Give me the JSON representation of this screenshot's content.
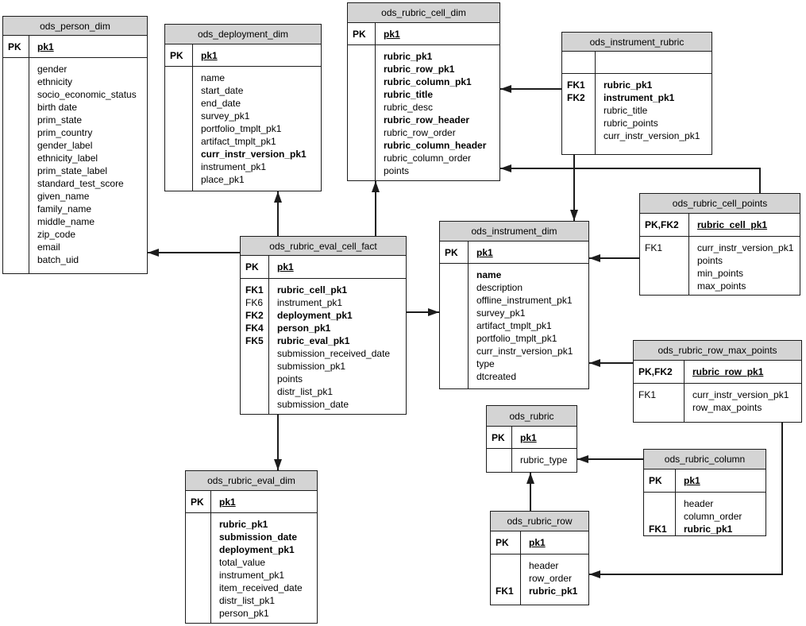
{
  "colors": {
    "header_fill": "#d4d4d4",
    "line": "#1c1c1c",
    "background": "#ffffff"
  },
  "diagram": {
    "tables": [
      {
        "id": "ods_person_dim",
        "title": "ods_person_dim",
        "key": {
          "tag": "PK",
          "field": "pk1"
        },
        "rows": [
          {
            "tag": "",
            "field": "gender",
            "bold": false
          },
          {
            "tag": "",
            "field": "ethnicity",
            "bold": false
          },
          {
            "tag": "",
            "field": "socio_economic_status",
            "bold": false
          },
          {
            "tag": "",
            "field": "birth date",
            "bold": false
          },
          {
            "tag": "",
            "field": "prim_state",
            "bold": false
          },
          {
            "tag": "",
            "field": "prim_country",
            "bold": false
          },
          {
            "tag": "",
            "field": "gender_label",
            "bold": false
          },
          {
            "tag": "",
            "field": "ethnicity_label",
            "bold": false
          },
          {
            "tag": "",
            "field": "prim_state_label",
            "bold": false
          },
          {
            "tag": "",
            "field": "standard_test_score",
            "bold": false
          },
          {
            "tag": "",
            "field": "given_name",
            "bold": false
          },
          {
            "tag": "",
            "field": "family_name",
            "bold": false
          },
          {
            "tag": "",
            "field": "middle_name",
            "bold": false
          },
          {
            "tag": "",
            "field": "zip_code",
            "bold": false
          },
          {
            "tag": "",
            "field": "email",
            "bold": false
          },
          {
            "tag": "",
            "field": "batch_uid",
            "bold": false
          }
        ]
      },
      {
        "id": "ods_deployment_dim",
        "title": "ods_deployment_dim",
        "key": {
          "tag": "PK",
          "field": "pk1"
        },
        "rows": [
          {
            "tag": "",
            "field": "name",
            "bold": false
          },
          {
            "tag": "",
            "field": "start_date",
            "bold": false
          },
          {
            "tag": "",
            "field": "end_date",
            "bold": false
          },
          {
            "tag": "",
            "field": "survey_pk1",
            "bold": false
          },
          {
            "tag": "",
            "field": "portfolio_tmplt_pk1",
            "bold": false
          },
          {
            "tag": "",
            "field": "artifact_tmplt_pk1",
            "bold": false
          },
          {
            "tag": "",
            "field": "curr_instr_version_pk1",
            "bold": true
          },
          {
            "tag": "",
            "field": "instrument_pk1",
            "bold": false
          },
          {
            "tag": "",
            "field": "place_pk1",
            "bold": false
          }
        ]
      },
      {
        "id": "ods_rubric_cell_dim",
        "title": "ods_rubric_cell_dim",
        "key": {
          "tag": "PK",
          "field": "pk1"
        },
        "rows": [
          {
            "tag": "",
            "field": "rubric_pk1",
            "bold": true
          },
          {
            "tag": "",
            "field": "rubric_row_pk1",
            "bold": true
          },
          {
            "tag": "",
            "field": "rubric_column_pk1",
            "bold": true
          },
          {
            "tag": "",
            "field": "rubric_title",
            "bold": true
          },
          {
            "tag": "",
            "field": "rubric_desc",
            "bold": false
          },
          {
            "tag": "",
            "field": "rubric_row_header",
            "bold": true
          },
          {
            "tag": "",
            "field": "rubric_row_order",
            "bold": false
          },
          {
            "tag": "",
            "field": "rubric_column_header",
            "bold": true
          },
          {
            "tag": "",
            "field": "rubric_column_order",
            "bold": false
          },
          {
            "tag": "",
            "field": "points",
            "bold": false
          }
        ]
      },
      {
        "id": "ods_instrument_rubric",
        "title": "ods_instrument_rubric",
        "key": {
          "tag": "",
          "field": ""
        },
        "rows": [
          {
            "tag": "FK1",
            "field": "rubric_pk1",
            "bold": true
          },
          {
            "tag": "FK2",
            "field": "instrument_pk1",
            "bold": true
          },
          {
            "tag": "",
            "field": "rubric_title",
            "bold": false
          },
          {
            "tag": "",
            "field": "rubric_points",
            "bold": false
          },
          {
            "tag": "",
            "field": "curr_instr_version_pk1",
            "bold": false
          }
        ]
      },
      {
        "id": "ods_rubric_cell_points",
        "title": "ods_rubric_cell_points",
        "key": {
          "tag": "PK,FK2",
          "field": "rubric_cell_pk1"
        },
        "rows": [
          {
            "tag": "FK1",
            "field": "curr_instr_version_pk1",
            "bold": false
          },
          {
            "tag": "",
            "field": "points",
            "bold": false
          },
          {
            "tag": "",
            "field": "min_points",
            "bold": false
          },
          {
            "tag": "",
            "field": "max_points",
            "bold": false
          }
        ]
      },
      {
        "id": "ods_instrument_dim",
        "title": "ods_instrument_dim",
        "key": {
          "tag": "PK",
          "field": "pk1"
        },
        "rows": [
          {
            "tag": "",
            "field": "name",
            "bold": true
          },
          {
            "tag": "",
            "field": "description",
            "bold": false
          },
          {
            "tag": "",
            "field": "offline_instrument_pk1",
            "bold": false
          },
          {
            "tag": "",
            "field": "survey_pk1",
            "bold": false
          },
          {
            "tag": "",
            "field": "artifact_tmplt_pk1",
            "bold": false
          },
          {
            "tag": "",
            "field": "portfolio_tmplt_pk1",
            "bold": false
          },
          {
            "tag": "",
            "field": "curr_instr_version_pk1",
            "bold": false
          },
          {
            "tag": "",
            "field": "type",
            "bold": false
          },
          {
            "tag": "",
            "field": "dtcreated",
            "bold": false
          }
        ]
      },
      {
        "id": "ods_rubric_row_max_points",
        "title": "ods_rubric_row_max_points",
        "key": {
          "tag": "PK,FK2",
          "field": "rubric_row_pk1"
        },
        "rows": [
          {
            "tag": "FK1",
            "field": "curr_instr_version_pk1",
            "bold": false
          },
          {
            "tag": "",
            "field": "row_max_points",
            "bold": false
          }
        ]
      },
      {
        "id": "ods_rubric_eval_cell_fact",
        "title": "ods_rubric_eval_cell_fact",
        "key": {
          "tag": "PK",
          "field": "pk1"
        },
        "rows": [
          {
            "tag": "FK1",
            "field": "rubric_cell_pk1",
            "bold": true
          },
          {
            "tag": "FK6",
            "field": "instrument_pk1",
            "bold": false
          },
          {
            "tag": "FK2",
            "field": "deployment_pk1",
            "bold": true
          },
          {
            "tag": "FK4",
            "field": "person_pk1",
            "bold": true
          },
          {
            "tag": "FK5",
            "field": "rubric_eval_pk1",
            "bold": true
          },
          {
            "tag": "",
            "field": "submission_received_date",
            "bold": false
          },
          {
            "tag": "",
            "field": "submission_pk1",
            "bold": false
          },
          {
            "tag": "",
            "field": "points",
            "bold": false
          },
          {
            "tag": "",
            "field": "distr_list_pk1",
            "bold": false
          },
          {
            "tag": "",
            "field": "submission_date",
            "bold": false
          }
        ]
      },
      {
        "id": "ods_rubric",
        "title": "ods_rubric",
        "key": {
          "tag": "PK",
          "field": "pk1"
        },
        "rows": [
          {
            "tag": "",
            "field": "rubric_type",
            "bold": false
          }
        ]
      },
      {
        "id": "ods_rubric_column",
        "title": "ods_rubric_column",
        "key": {
          "tag": "PK",
          "field": "pk1"
        },
        "rows": [
          {
            "tag": "",
            "field": "header",
            "bold": false
          },
          {
            "tag": "",
            "field": "column_order",
            "bold": false
          },
          {
            "tag": "FK1",
            "field": "rubric_pk1",
            "bold": true
          }
        ]
      },
      {
        "id": "ods_rubric_row",
        "title": "ods_rubric_row",
        "key": {
          "tag": "PK",
          "field": "pk1"
        },
        "rows": [
          {
            "tag": "",
            "field": "header",
            "bold": false
          },
          {
            "tag": "",
            "field": "row_order",
            "bold": false
          },
          {
            "tag": "FK1",
            "field": "rubric_pk1",
            "bold": true
          }
        ]
      },
      {
        "id": "ods_rubric_eval_dim",
        "title": "ods_rubric_eval_dim",
        "key": {
          "tag": "PK",
          "field": "pk1"
        },
        "rows": [
          {
            "tag": "",
            "field": "rubric_pk1",
            "bold": true
          },
          {
            "tag": "",
            "field": "submission_date",
            "bold": true
          },
          {
            "tag": "",
            "field": "deployment_pk1",
            "bold": true
          },
          {
            "tag": "",
            "field": "total_value",
            "bold": false
          },
          {
            "tag": "",
            "field": "instrument_pk1",
            "bold": false
          },
          {
            "tag": "",
            "field": "item_received_date",
            "bold": false
          },
          {
            "tag": "",
            "field": "distr_list_pk1",
            "bold": false
          },
          {
            "tag": "",
            "field": "person_pk1",
            "bold": false
          }
        ]
      }
    ],
    "relationships": [
      {
        "id": "fact-person",
        "from": "ods_rubric_eval_cell_fact",
        "to": "ods_person_dim"
      },
      {
        "id": "fact-deployment",
        "from": "ods_rubric_eval_cell_fact",
        "to": "ods_deployment_dim"
      },
      {
        "id": "fact-cell-dim",
        "from": "ods_rubric_eval_cell_fact",
        "to": "ods_rubric_cell_dim"
      },
      {
        "id": "fact-instrument",
        "from": "ods_rubric_eval_cell_fact",
        "to": "ods_instrument_dim"
      },
      {
        "id": "fact-eval-dim",
        "from": "ods_rubric_eval_cell_fact",
        "to": "ods_rubric_eval_dim"
      },
      {
        "id": "instr-rubric-cell-dim",
        "from": "ods_instrument_rubric",
        "to": "ods_rubric_cell_dim"
      },
      {
        "id": "instr-rubric-instrument",
        "from": "ods_instrument_rubric",
        "to": "ods_instrument_dim"
      },
      {
        "id": "cell-points-cell-dim",
        "from": "ods_rubric_cell_points",
        "to": "ods_rubric_cell_dim"
      },
      {
        "id": "cell-points-instrument",
        "from": "ods_rubric_cell_points",
        "to": "ods_instrument_dim"
      },
      {
        "id": "row-max-instrument",
        "from": "ods_rubric_row_max_points",
        "to": "ods_instrument_dim"
      },
      {
        "id": "row-max-rubric-row",
        "from": "ods_rubric_row_max_points",
        "to": "ods_rubric_row"
      },
      {
        "id": "column-rubric",
        "from": "ods_rubric_column",
        "to": "ods_rubric"
      },
      {
        "id": "row-rubric",
        "from": "ods_rubric_row",
        "to": "ods_rubric"
      }
    ]
  }
}
